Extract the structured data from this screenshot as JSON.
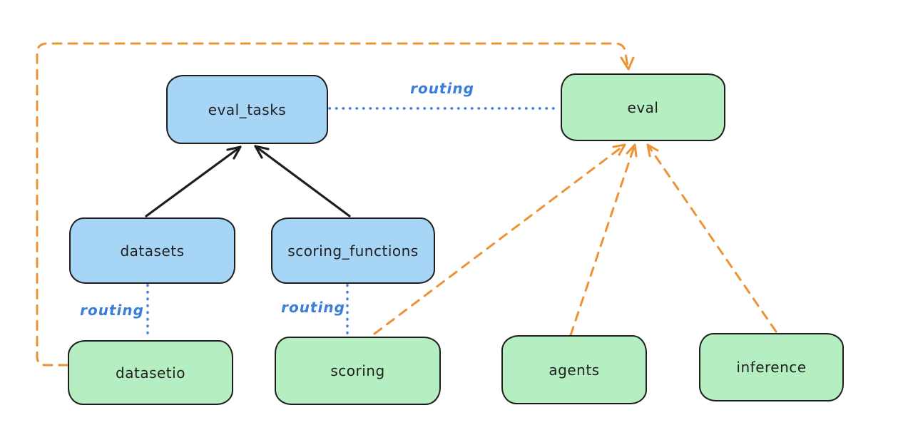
{
  "diagram": {
    "colors": {
      "registry_fill": "#a7d5f6",
      "provider_fill": "#b5eec1",
      "node_stroke": "#1e1e1e",
      "black_arrow": "#1e1e1e",
      "routing_blue": "#3b7dd8",
      "orange": "#ec9335",
      "background": "#ffffff"
    },
    "nodes": {
      "eval_tasks": {
        "label": "eval_tasks",
        "color": "blue"
      },
      "eval": {
        "label": "eval",
        "color": "green"
      },
      "datasets": {
        "label": "datasets",
        "color": "blue"
      },
      "scoring_functions": {
        "label": "scoring_functions",
        "color": "blue"
      },
      "datasetio": {
        "label": "datasetio",
        "color": "green"
      },
      "scoring": {
        "label": "scoring",
        "color": "green"
      },
      "agents": {
        "label": "agents",
        "color": "green"
      },
      "inference": {
        "label": "inference",
        "color": "green"
      }
    },
    "edge_labels": {
      "eval_tasks_to_eval": "routing",
      "datasets_to_datasetio": "routing",
      "scoring_functions_to_scoring": "routing"
    }
  }
}
